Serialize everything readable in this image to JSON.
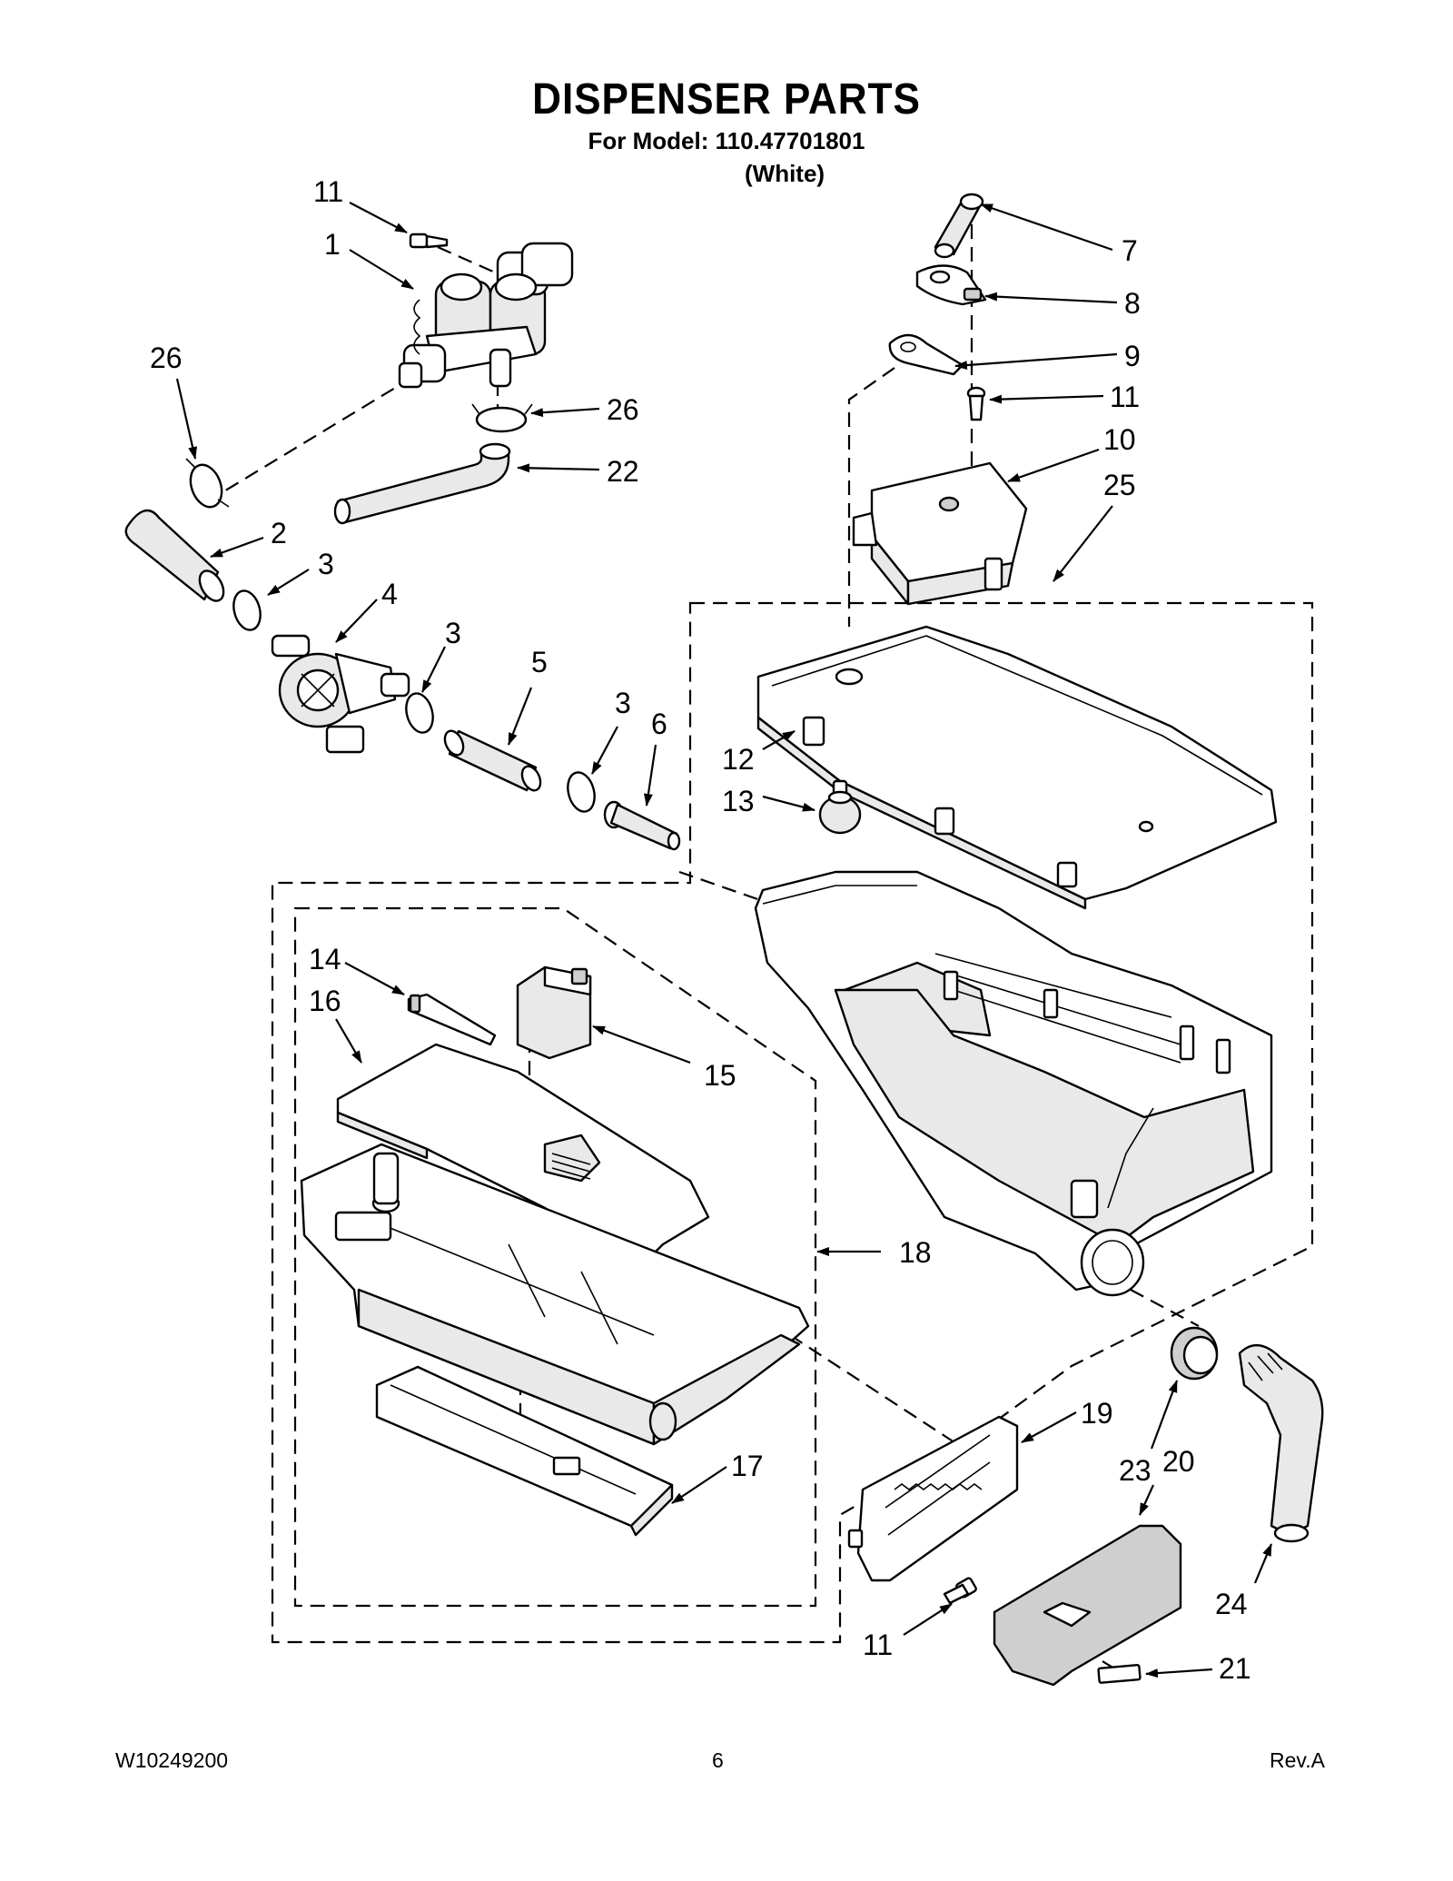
{
  "title": "DISPENSER PARTS",
  "model_line": "For Model: 110.47701801",
  "color_line": "(White)",
  "footer": {
    "doc_number": "W10249200",
    "page_number": "6",
    "revision": "Rev.A"
  },
  "callouts": {
    "c1": "1",
    "c2": "2",
    "c3a": "3",
    "c3b": "3",
    "c3c": "3",
    "c4": "4",
    "c5": "5",
    "c6": "6",
    "c7": "7",
    "c8": "8",
    "c9": "9",
    "c10": "10",
    "c11a": "11",
    "c11b": "11",
    "c11c": "11",
    "c12": "12",
    "c13": "13",
    "c14": "14",
    "c15": "15",
    "c16": "16",
    "c17": "17",
    "c18": "18",
    "c19": "19",
    "c20": "20",
    "c21": "21",
    "c22": "22",
    "c23": "23",
    "c24": "24",
    "c25": "25",
    "c26a": "26",
    "c26b": "26"
  }
}
